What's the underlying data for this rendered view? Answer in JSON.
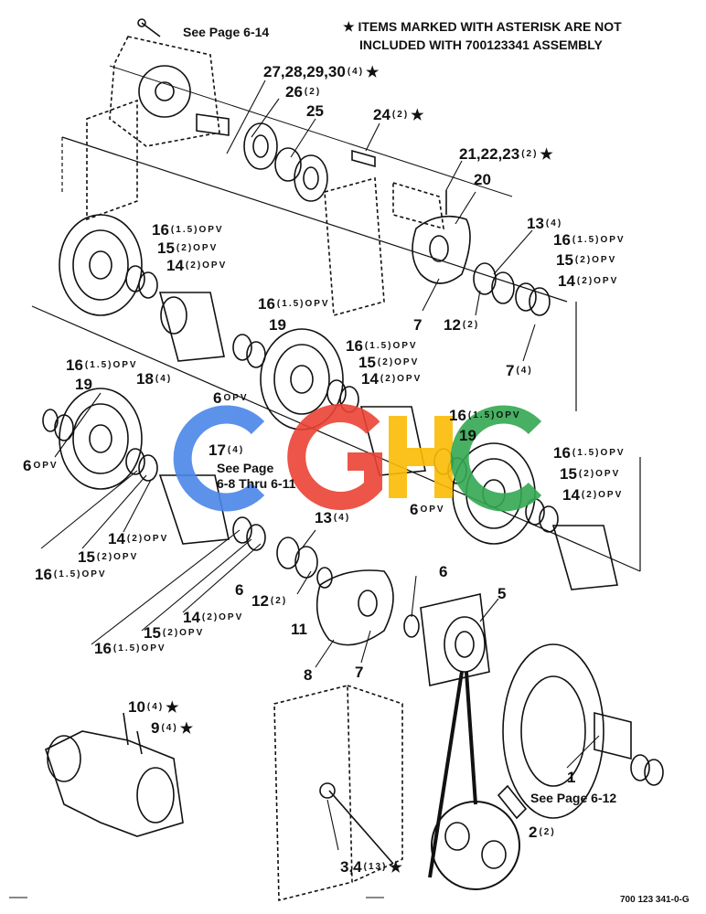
{
  "header": {
    "note_line1": "★ ITEMS MARKED WITH ASTERISK ARE NOT",
    "note_line2": "INCLUDED WITH 700123341 ASSEMBLY",
    "see_page_top": "See Page 6-14"
  },
  "callouts": {
    "c27": {
      "num": "27,28,29,30",
      "qty": "(4)",
      "ast": "★"
    },
    "c26": {
      "num": "26",
      "qty": "(2)",
      "ast": ""
    },
    "c25": {
      "num": "25",
      "qty": "",
      "ast": ""
    },
    "c24": {
      "num": "24",
      "qty": "(2)",
      "ast": "★"
    },
    "c21": {
      "num": "21,22,23",
      "qty": "(2)",
      "ast": "★"
    },
    "c20": {
      "num": "20",
      "qty": "",
      "ast": ""
    },
    "c13a": {
      "num": "13",
      "qty": "(4)",
      "ast": ""
    },
    "c16a": {
      "num": "16",
      "qty": "(1.5)OPV",
      "ast": ""
    },
    "c15a": {
      "num": "15",
      "qty": "(2)OPV",
      "ast": ""
    },
    "c14a": {
      "num": "14",
      "qty": "(2)OPV",
      "ast": ""
    },
    "c16b": {
      "num": "16",
      "qty": "(1.5)OPV",
      "ast": ""
    },
    "c15b": {
      "num": "15",
      "qty": "(2)OPV",
      "ast": ""
    },
    "c14b": {
      "num": "14",
      "qty": "(2)OPV",
      "ast": ""
    },
    "c7a": {
      "num": "7",
      "qty": "",
      "ast": ""
    },
    "c12a": {
      "num": "12",
      "qty": "(2)",
      "ast": ""
    },
    "c7b": {
      "num": "7",
      "qty": "(4)",
      "ast": ""
    },
    "c16c": {
      "num": "16",
      "qty": "(1.5)OPV",
      "ast": ""
    },
    "c19a": {
      "num": "19",
      "qty": "",
      "ast": ""
    },
    "c6a": {
      "num": "6",
      "qty": "OPV",
      "ast": ""
    },
    "c16d": {
      "num": "16",
      "qty": "(1.5)OPV",
      "ast": ""
    },
    "c15d": {
      "num": "15",
      "qty": "(2)OPV",
      "ast": ""
    },
    "c14d": {
      "num": "14",
      "qty": "(2)OPV",
      "ast": ""
    },
    "c16e": {
      "num": "16",
      "qty": "(1.5)OPV",
      "ast": ""
    },
    "c19b": {
      "num": "19",
      "qty": "",
      "ast": ""
    },
    "c18": {
      "num": "18",
      "qty": "(4)",
      "ast": ""
    },
    "c6b": {
      "num": "6",
      "qty": "OPV",
      "ast": ""
    },
    "c17": {
      "num": "17",
      "qty": "(4)",
      "ast": ""
    },
    "c16f": {
      "num": "16",
      "qty": "(1.5)OPV",
      "ast": ""
    },
    "c19c": {
      "num": "19",
      "qty": "",
      "ast": ""
    },
    "c6c": {
      "num": "6",
      "qty": "OPV",
      "ast": ""
    },
    "c16g": {
      "num": "16",
      "qty": "(1.5)OPV",
      "ast": ""
    },
    "c15g": {
      "num": "15",
      "qty": "(2)OPV",
      "ast": ""
    },
    "c14g": {
      "num": "14",
      "qty": "(2)OPV",
      "ast": ""
    },
    "c14h": {
      "num": "14",
      "qty": "(2)OPV",
      "ast": ""
    },
    "c15h": {
      "num": "15",
      "qty": "(2)OPV",
      "ast": ""
    },
    "c16h": {
      "num": "16",
      "qty": "(1.5)OPV",
      "ast": ""
    },
    "c13b": {
      "num": "13",
      "qty": "(4)",
      "ast": ""
    },
    "c6d": {
      "num": "6",
      "qty": "",
      "ast": ""
    },
    "c12b": {
      "num": "12",
      "qty": "(2)",
      "ast": ""
    },
    "c14i": {
      "num": "14",
      "qty": "(2)OPV",
      "ast": ""
    },
    "c15i": {
      "num": "15",
      "qty": "(2)OPV",
      "ast": ""
    },
    "c16i": {
      "num": "16",
      "qty": "(1.5)OPV",
      "ast": ""
    },
    "c6e": {
      "num": "6",
      "qty": "",
      "ast": ""
    },
    "c5": {
      "num": "5",
      "qty": "",
      "ast": ""
    },
    "c11": {
      "num": "11",
      "qty": "",
      "ast": ""
    },
    "c8": {
      "num": "8",
      "qty": "",
      "ast": ""
    },
    "c7c": {
      "num": "7",
      "qty": "",
      "ast": ""
    },
    "c10": {
      "num": "10",
      "qty": "(4)",
      "ast": "★"
    },
    "c9": {
      "num": "9",
      "qty": "(4)",
      "ast": "★"
    },
    "c1": {
      "num": "1",
      "qty": "",
      "ast": ""
    },
    "c2": {
      "num": "2",
      "qty": "(2)",
      "ast": ""
    },
    "c34": {
      "num": "3,4",
      "qty": "(13)",
      "ast": "★"
    }
  },
  "see_page_mid_line1": "See Page",
  "see_page_mid_line2": "6-8 Thru 6-11",
  "see_page_bottom": "See Page 6-12",
  "drawing_number": "700 123 341-0-G",
  "colors": {
    "ink": "#111111",
    "watermark_blue": "#4a86e8",
    "watermark_red": "#ea4335",
    "watermark_yellow": "#fbbc05",
    "watermark_green": "#34a853"
  }
}
